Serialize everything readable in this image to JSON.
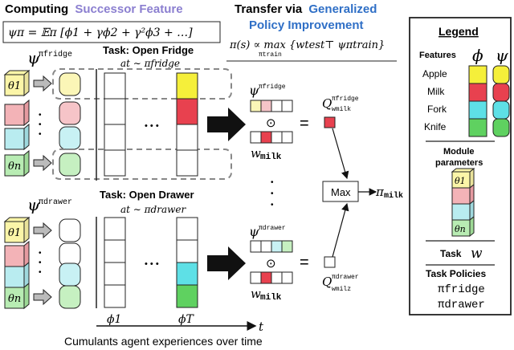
{
  "sections": {
    "computing": {
      "title_prefix": "Computing",
      "title_highlight": "Successor Feature",
      "formula": "ψπ = 𝔼π [ϕ1 + γϕ2 + γ²ϕ3 + …]"
    },
    "transfer": {
      "title_line1_prefix": "Transfer via",
      "title_line1_highlight": "Generalized",
      "title_line2_highlight": "Policy Improvement",
      "formula": "π(s) ∝ max {wtest⊤ ψπtrain}",
      "formula_sub": "πtrain"
    }
  },
  "tasks": [
    {
      "title": "Task: Open Fridge",
      "psi_label": "ψ",
      "psi_super": "πfridge",
      "action_label": "at ∼ πfridge"
    },
    {
      "title": "Task: Open Drawer",
      "psi_label": "ψ",
      "psi_super": "πdrawer",
      "action_label": "at ∼ πdrawer"
    }
  ],
  "theta": {
    "first": "θ1",
    "last": "θn",
    "dots": "•"
  },
  "time_axis": {
    "phi_first": "ϕ1",
    "phi_last": "ϕT",
    "t_label": "t",
    "caption": "Cumulants agent experiences over time",
    "ellipsis": "• • •"
  },
  "gpi": {
    "top_psi": "ψ",
    "top_psi_super": "πfridge",
    "bottom_psi": "ψ",
    "bottom_psi_super": "πdrawer",
    "odot": "⊙",
    "equals": "=",
    "w_label": "w",
    "w_sub": "milk",
    "q_top": "Q",
    "q_top_super": "πfridge",
    "q_top_sub": "wmilk",
    "q_bottom": "Q",
    "q_bottom_super": "πdrawer",
    "q_bottom_sub": "wmilz",
    "max_label": "Max",
    "pi_out": "π",
    "pi_out_sub": "milk",
    "vdots": "•"
  },
  "legend": {
    "title": "Legend",
    "features_label": "Features",
    "phi_symbol": "ϕ",
    "psi_symbol": "ψ",
    "items": [
      "Apple",
      "Milk",
      "Fork",
      "Knife"
    ],
    "module_title_line1": "Module",
    "module_title_line2": "parameters",
    "theta_first": "θ1",
    "theta_last": "θn",
    "task_label": "Task",
    "task_symbol": "w",
    "task_policies_label": "Task Policies",
    "policy1": "πfridge",
    "policy2": "πdrawer"
  },
  "colors": {
    "highlight_purple": "#8b7fd0",
    "highlight_blue": "#2f6fc6",
    "yellow": "#f5ef3a",
    "red": "#e8414f",
    "cyan": "#5ee0e6",
    "green": "#5fd160",
    "pale_yellow": "#fbf6b7",
    "pale_red": "#f6c4c8",
    "pale_cyan": "#c8f1f4",
    "pale_green": "#c6f0c1",
    "theta_yellow": "#fbf5a8",
    "theta_red": "#f3b3b7",
    "theta_cyan": "#b9ecf0",
    "theta_green": "#b8ecb3"
  }
}
